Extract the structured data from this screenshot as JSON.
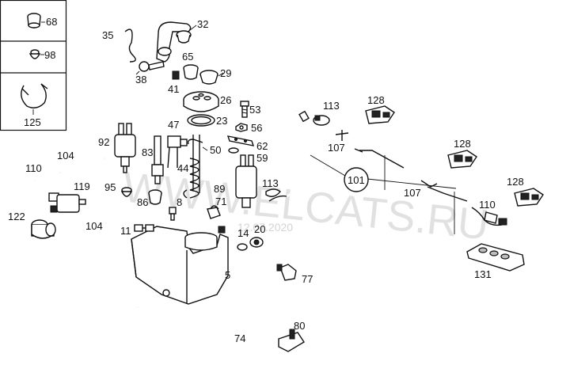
{
  "watermark": {
    "main": "WWW.ELCATS.RU",
    "date": "12.07.2020"
  },
  "labels": {
    "p5": "5",
    "p8": "8",
    "p11": "11",
    "p14": "14",
    "p20": "20",
    "p23": "23",
    "p26": "26",
    "p29": "29",
    "p32": "32",
    "p35": "35",
    "p38": "38",
    "p41": "41",
    "p44": "44",
    "p47": "47",
    "p50": "50",
    "p53": "53",
    "p56": "56",
    "p59": "59",
    "p62": "62",
    "p65": "65",
    "p68": "68",
    "p71": "71",
    "p74": "74",
    "p77": "77",
    "p80": "80",
    "p83": "83",
    "p86": "86",
    "p89": "89",
    "p92": "92",
    "p95": "95",
    "p98": "98",
    "p101": "101",
    "p104a": "104",
    "p104b": "104",
    "p107a": "107",
    "p107b": "107",
    "p110a": "110",
    "p110b": "110",
    "p113a": "113",
    "p113b": "113",
    "p119": "119",
    "p122": "122",
    "p125": "125",
    "p128a": "128",
    "p128b": "128",
    "p128c": "128",
    "p131": "131"
  }
}
